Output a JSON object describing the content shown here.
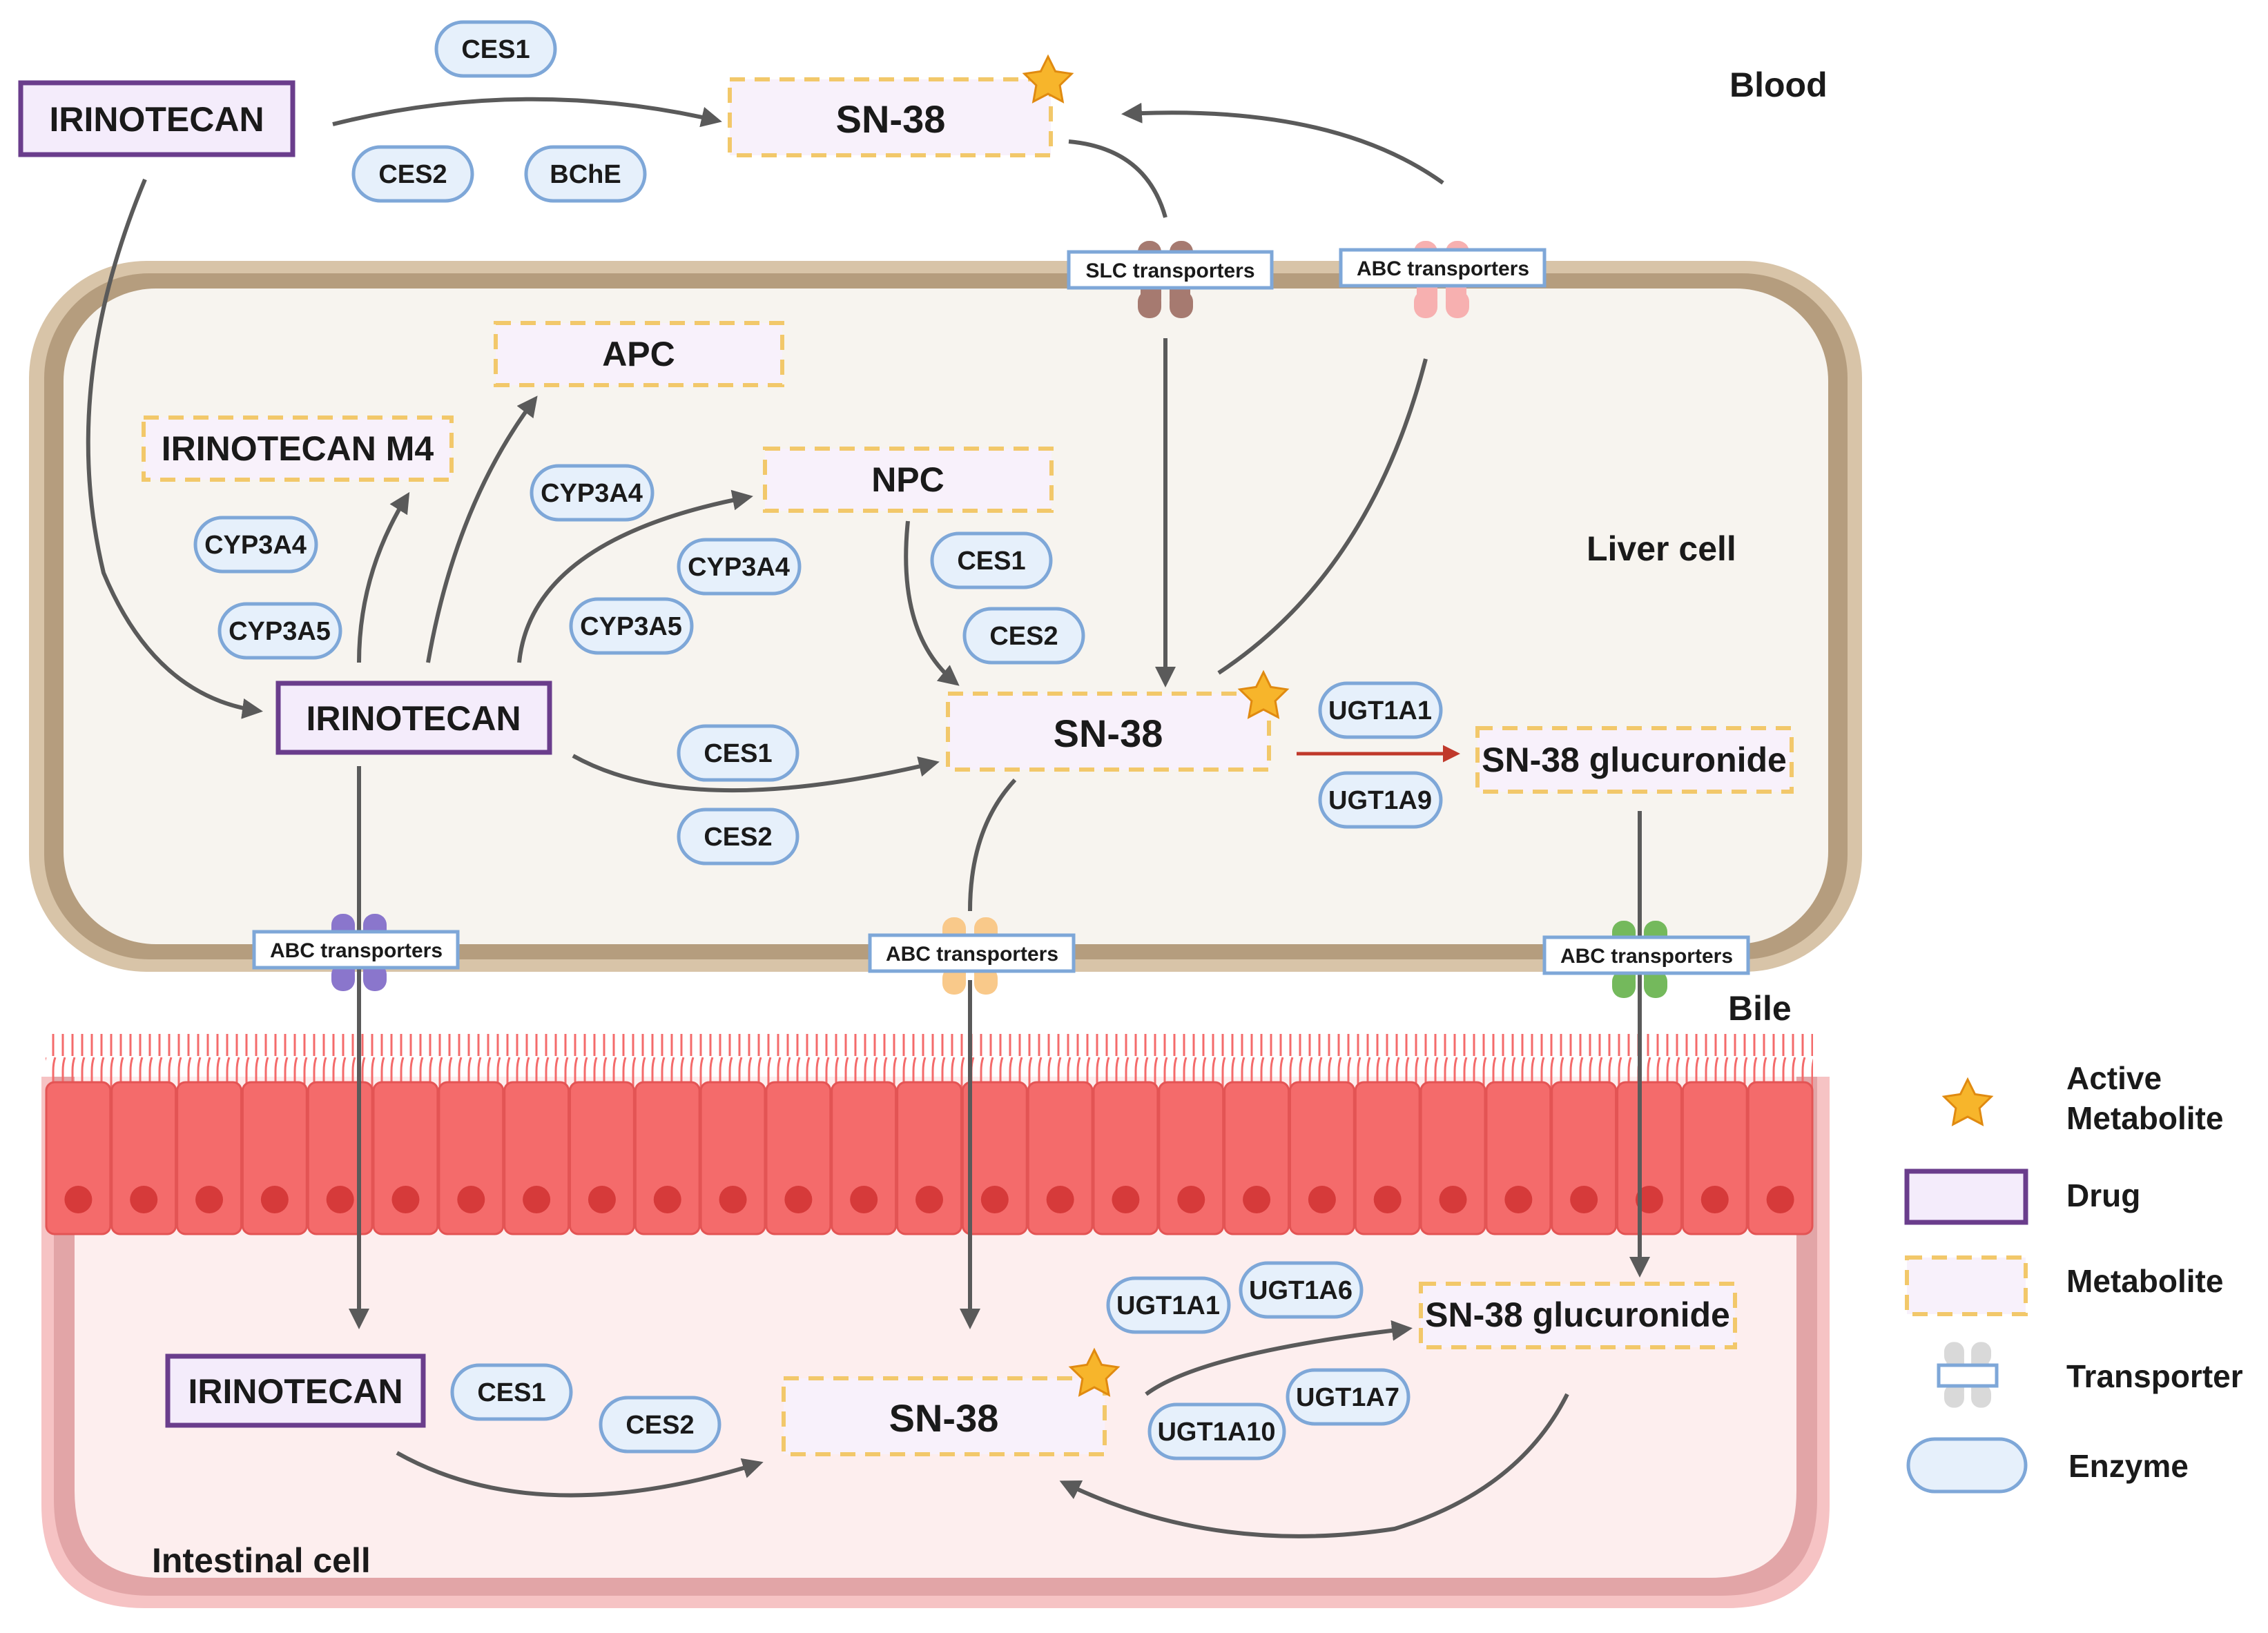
{
  "regions": {
    "blood": "Blood",
    "liver": "Liver cell",
    "bile": "Bile",
    "intestine": "Intestinal cell"
  },
  "blood": {
    "drug": "IRINOTECAN",
    "metabolite": "SN-38",
    "enzymes": [
      "CES1",
      "CES2",
      "BChE"
    ],
    "slc_label": "SLC transporters",
    "abc_label": "ABC transporters"
  },
  "liver": {
    "drug": "IRINOTECAN",
    "metabolites": {
      "apc": "APC",
      "m4": "IRINOTECAN M4",
      "npc": "NPC",
      "sn38": "SN-38",
      "gluc": "SN-38 glucuronide"
    },
    "enzymes": {
      "m4_a": "CYP3A4",
      "m4_b": "CYP3A5",
      "apc": "CYP3A4",
      "npc_a": "CYP3A4",
      "npc_b": "CYP3A5",
      "npc_sn_a": "CES1",
      "npc_sn_b": "CES2",
      "drug_sn_a": "CES1",
      "drug_sn_b": "CES2",
      "ugt_a": "UGT1A1",
      "ugt_b": "UGT1A9"
    },
    "transporters": [
      "ABC transporters",
      "ABC transporters",
      "ABC transporters"
    ]
  },
  "intestine": {
    "drug": "IRINOTECAN",
    "metabolites": {
      "sn38": "SN-38",
      "gluc": "SN-38 glucuronide"
    },
    "enzymes": {
      "ces_a": "CES1",
      "ces_b": "CES2",
      "ugt_a": "UGT1A1",
      "ugt_b": "UGT1A6",
      "ugt_c": "UGT1A7",
      "ugt_d": "UGT1A10"
    }
  },
  "legend": {
    "active_line1": "Active",
    "active_line2": "Metabolite",
    "drug": "Drug",
    "metabolite": "Metabolite",
    "transporter": "Transporter",
    "enzyme": "Enzyme"
  },
  "colors": {
    "drug_border": "#6a3d8c",
    "metabolite_border": "#f2c86a",
    "enzyme_fill": "#e6f0fb",
    "enzyme_border": "#7ea7d8",
    "arrow": "#5a5a5a",
    "glucuronidation_arrow": "#c0392b",
    "star": "#f7b52b",
    "liver_membrane": "#b59d7e",
    "intestine_membrane": "#e2a5a7",
    "villi": "#f46b6b"
  },
  "icons": {
    "active_metabolite": "star-icon",
    "transporter": "transporter-icon"
  }
}
